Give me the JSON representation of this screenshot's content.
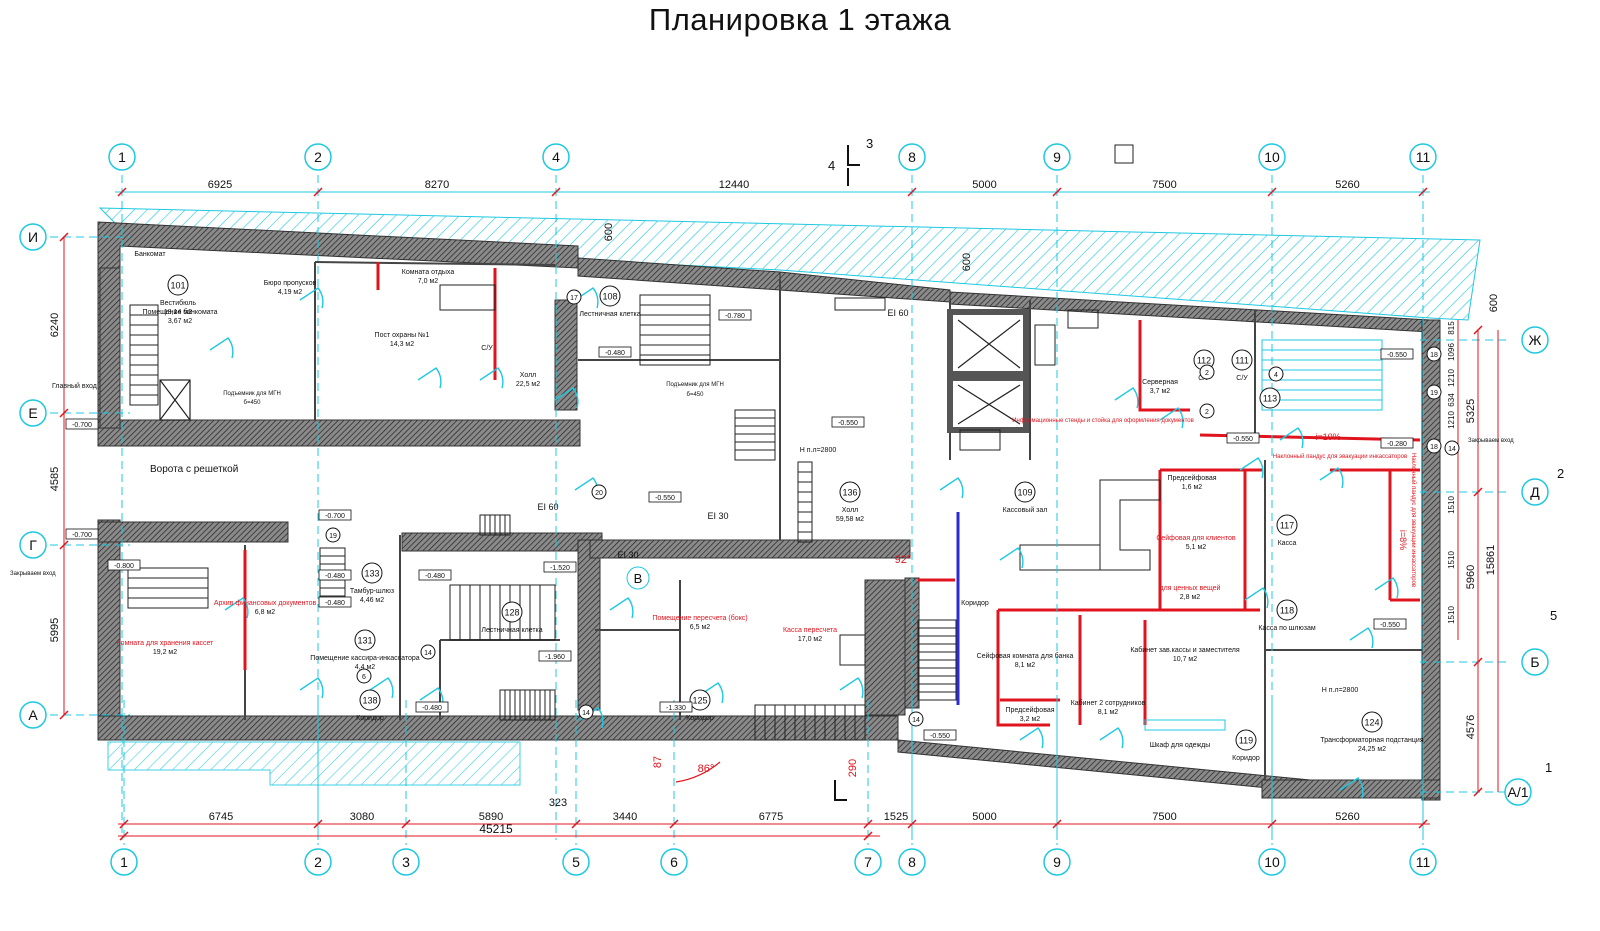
{
  "title": "Планировка 1 этажа",
  "colors": {
    "grid": "#1ec8e0",
    "wall": "#444444",
    "red": "#e0141e",
    "blue": "#2a2ad8",
    "text": "#111111"
  },
  "axes": {
    "top": [
      "1",
      "2",
      "4",
      "8",
      "9",
      "10",
      "11"
    ],
    "bottom": [
      "1",
      "2",
      "3",
      "5",
      "6",
      "7",
      "8",
      "9",
      "10",
      "11"
    ],
    "left": [
      "И",
      "Е",
      "Г",
      "А"
    ],
    "right": [
      "Ж",
      "Д",
      "Б",
      "А/1"
    ]
  },
  "dims": {
    "top": [
      "6925",
      "8270",
      "12440",
      "5000",
      "7500",
      "5260"
    ],
    "bottom": [
      "6745",
      "3080",
      "5890",
      "3440",
      "6775",
      "1525",
      "5000",
      "7500",
      "5260"
    ],
    "bottom_total": "45215",
    "bottom_small": "323",
    "left": [
      "6240",
      "4585",
      "5995"
    ],
    "right": [
      "5325",
      "5960",
      "4576"
    ],
    "right_total": "15861",
    "right_small": [
      "815",
      "1096",
      "1210",
      "634",
      "1210",
      "1510",
      "1510",
      "1510"
    ],
    "misc": [
      "600",
      "600",
      "600",
      "290",
      "87",
      "86°",
      "92°"
    ]
  },
  "section_marks": [
    "3",
    "4",
    "2",
    "5",
    "1"
  ],
  "rooms": [
    {
      "num": "101",
      "name": "Вестибюль",
      "area": "18,14 м2"
    },
    {
      "num": "",
      "name": "Банкомат",
      "area": ""
    },
    {
      "num": "",
      "name": "Помещение банкомата",
      "area": "3,67 м2"
    },
    {
      "num": "",
      "name": "Бюро пропусков",
      "area": "4,19 м2"
    },
    {
      "num": "",
      "name": "Комната отдыха",
      "area": "7,0 м2"
    },
    {
      "num": "",
      "name": "Пост охраны №1",
      "area": "14,3 м2"
    },
    {
      "num": "",
      "name": "С/У",
      "area": ""
    },
    {
      "num": "",
      "name": "Холл",
      "area": "22,5 м2"
    },
    {
      "num": "108",
      "name": "Лестничная клетка",
      "area": ""
    },
    {
      "num": "136",
      "name": "Холл",
      "area": "59,58 м2"
    },
    {
      "num": "109",
      "name": "Кассовый зал",
      "area": ""
    },
    {
      "num": "112",
      "name": "С/У",
      "area": ""
    },
    {
      "num": "111",
      "name": "С/У",
      "area": ""
    },
    {
      "num": "",
      "name": "Серверная",
      "area": "3,7 м2"
    },
    {
      "num": "113",
      "name": "",
      "area": ""
    },
    {
      "num": "",
      "name": "Предсейфовая",
      "area": "1,6 м2"
    },
    {
      "num": "",
      "name": "Сейфовая для клиентов",
      "area": "5,1 м2"
    },
    {
      "num": "",
      "name": "для ценных вещей",
      "area": "2,8 м2"
    },
    {
      "num": "117",
      "name": "Касса",
      "area": ""
    },
    {
      "num": "118",
      "name": "Касса по шлюзам",
      "area": ""
    },
    {
      "num": "",
      "name": "Комната для хранения кассет",
      "area": "19,2 м2"
    },
    {
      "num": "",
      "name": "Архив финансовых документов",
      "area": "6,8 м2"
    },
    {
      "num": "133",
      "name": "Тамбур-шлюз",
      "area": "4,46 м2"
    },
    {
      "num": "131",
      "name": "Помещение кассира-инкассатора",
      "area": "4,4 м2"
    },
    {
      "num": "138",
      "name": "Коридор",
      "area": ""
    },
    {
      "num": "128",
      "name": "Лестничная клетка",
      "area": ""
    },
    {
      "num": "125",
      "name": "Коридор",
      "area": ""
    },
    {
      "num": "",
      "name": "Касса пересчета",
      "area": "17,0 м2"
    },
    {
      "num": "",
      "name": "Помещение пересчета (бокс)",
      "area": "6,5 м2"
    },
    {
      "num": "",
      "name": "Коридор",
      "area": ""
    },
    {
      "num": "",
      "name": "Сейфовая комната для банка",
      "area": "8,1 м2"
    },
    {
      "num": "",
      "name": "Предсейфовая",
      "area": "3,2 м2"
    },
    {
      "num": "",
      "name": "Кабинет 2 сотрудников",
      "area": "8,1 м2"
    },
    {
      "num": "",
      "name": "Кабинет зав.кассы и заместителя",
      "area": "10,7 м2"
    },
    {
      "num": "",
      "name": "Шкаф для одежды",
      "area": ""
    },
    {
      "num": "119",
      "name": "Коридор",
      "area": ""
    },
    {
      "num": "124",
      "name": "Трансформаторная подстанция",
      "area": "24,25 м2"
    }
  ],
  "labels": [
    "Главный вход",
    "Ворота с решеткой",
    "Закрываем вход",
    "Закрываем вход",
    "Подъемник для МГН",
    "б=450",
    "Подъемник для МГН",
    "б=450",
    "EI 60",
    "EI 60",
    "EI 30",
    "EI 30",
    "Н п.л=2800",
    "Н п.л=2800",
    "Информационные стенды и стойка для оформления документов",
    "i=10%",
    "Наклонный пандус для эвакуации инкассаторов",
    "i=8%",
    "Наклонный пандус для эвакуации инкассаторов"
  ],
  "levels": [
    "-0.780",
    "-0.480",
    "-0.480",
    "-0.550",
    "-0.550",
    "-0.700",
    "-0.700",
    "-0.700",
    "-0.800",
    "-0.480",
    "-0.480",
    "-1.520",
    "-1.960",
    "-0.480",
    "-1.330",
    "-0.550",
    "-0.550",
    "-0.550",
    "-0.280",
    "-0.550"
  ],
  "marks": [
    "17",
    "20",
    "19",
    "14",
    "14",
    "14",
    "14",
    "6",
    "4",
    "2",
    "2",
    "18",
    "19",
    "18",
    "В"
  ]
}
